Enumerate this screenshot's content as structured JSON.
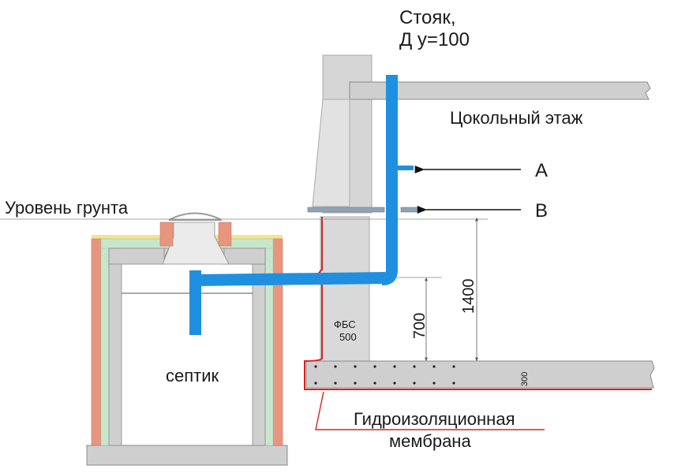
{
  "labels": {
    "riser_line1": "Стояк,",
    "riser_line2": "Д у=100",
    "basement_floor": "Цокольный этаж",
    "marker_a": "A",
    "marker_b": "B",
    "ground_level": "Уровень грунта",
    "septic": "септик",
    "fbs_line1": "ФБС",
    "fbs_line2": "500",
    "dim_700": "700",
    "dim_1400": "1400",
    "dim_300": "300",
    "membrane_line1": "Гидроизоляционная",
    "membrane_line2": "мембрана"
  },
  "colors": {
    "pipe": "#1f8fe0",
    "concrete": "#cfcfcf",
    "concrete_dark": "#a9a9a9",
    "insulation_green": "#c8e6cc",
    "brick": "#e8957f",
    "sand": "#f3e58a",
    "membrane": "#d8231f",
    "sleeve": "#8fa3b5",
    "dimension_line": "#555555"
  },
  "icons": {
    "arrow_a": "left-arrow-icon",
    "arrow_b": "left-arrow-icon"
  }
}
